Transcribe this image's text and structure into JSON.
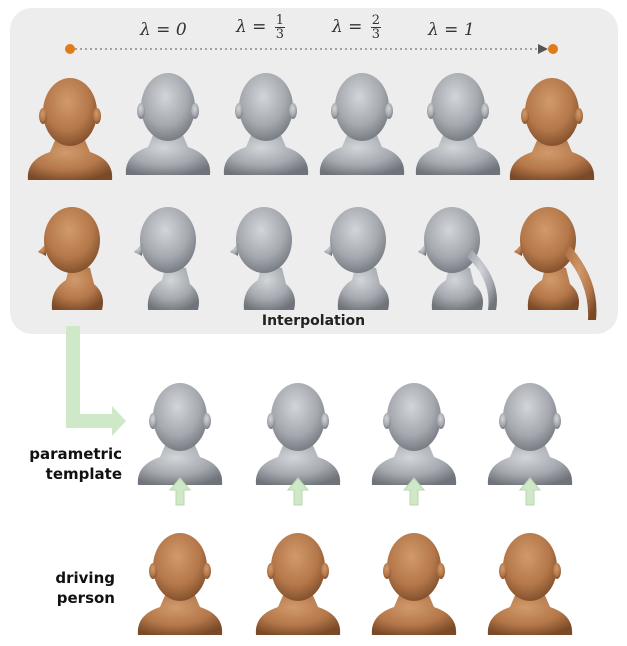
{
  "lambda_labels": {
    "l0": "λ = 0",
    "l1_prefix": "λ =",
    "l1_num": "1",
    "l1_den": "3",
    "l2_prefix": "λ =",
    "l2_num": "2",
    "l2_den": "3",
    "l3": "λ = 1"
  },
  "caption": "Interpolation",
  "labels": {
    "parametric_line1": "parametric",
    "parametric_line2": "template",
    "driving_line1": "driving",
    "driving_line2": "person"
  },
  "colors": {
    "panel_bg": "#ededed",
    "skin": "#b57a4e",
    "gray": "#a9adb3",
    "endpoint": "#e07b1a",
    "arrow": "#cfe8c8"
  }
}
